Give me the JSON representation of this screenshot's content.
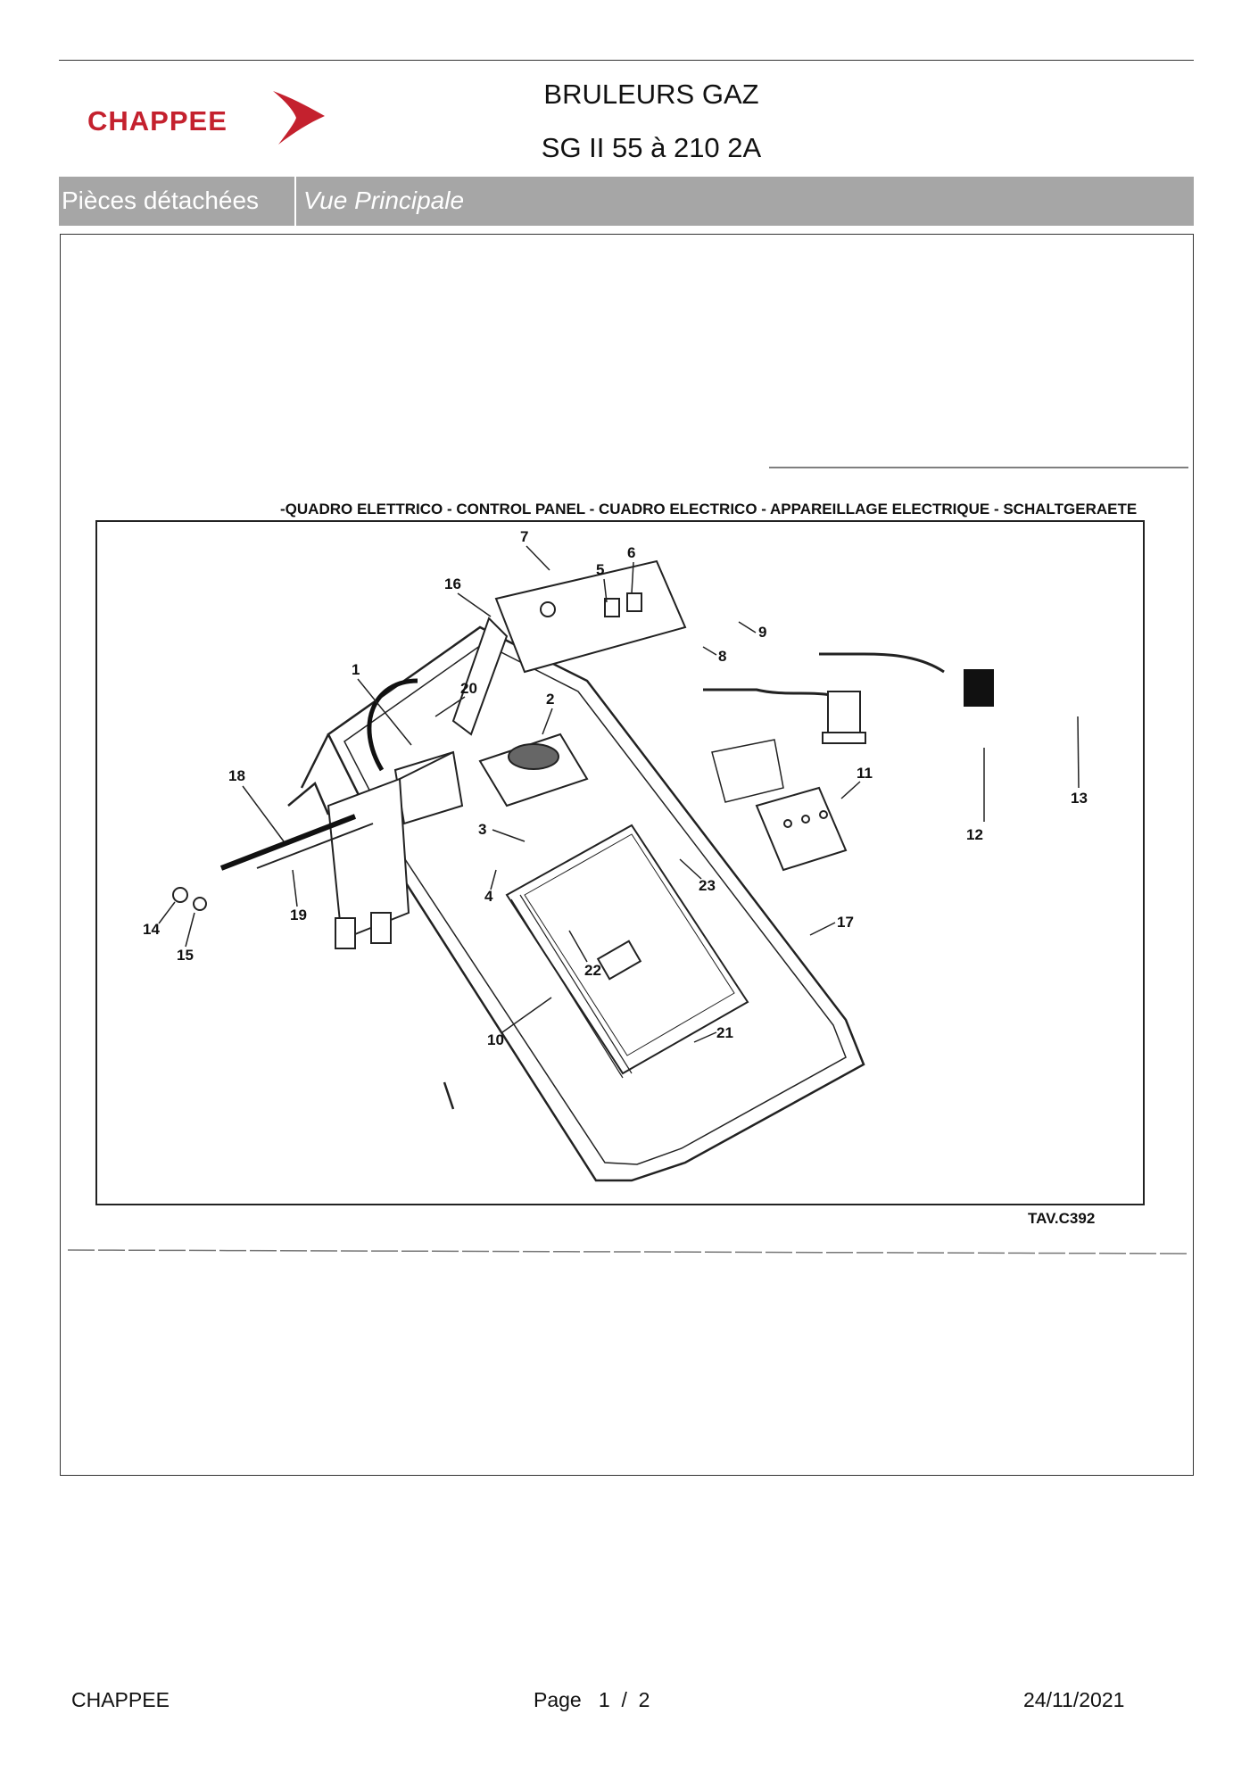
{
  "header": {
    "brand": "CHAPPEE",
    "title_line1": "BRULEURS GAZ",
    "title_line2": "SG II 55 à 210  2A",
    "brand_color": "#c4212e"
  },
  "section_bar": {
    "left_label": "Pièces détachées",
    "right_label": "Vue Principale",
    "bar_color": "#a6a6a6"
  },
  "diagram": {
    "caption": "-QUADRO ELETTRICO - CONTROL PANEL - CUADRO ELECTRICO - APPAREILLAGE ELECTRIQUE - SCHALTGERAETE",
    "reference": "TAV.C392",
    "callouts": [
      "1",
      "2",
      "3",
      "4",
      "5",
      "6",
      "7",
      "8",
      "9",
      "10",
      "11",
      "12",
      "13",
      "14",
      "15",
      "16",
      "17",
      "18",
      "19",
      "20",
      "21",
      "22",
      "23"
    ]
  },
  "footer": {
    "company": "CHAPPEE",
    "page_text": "Page   1  /  2",
    "date": "24/11/2021"
  }
}
